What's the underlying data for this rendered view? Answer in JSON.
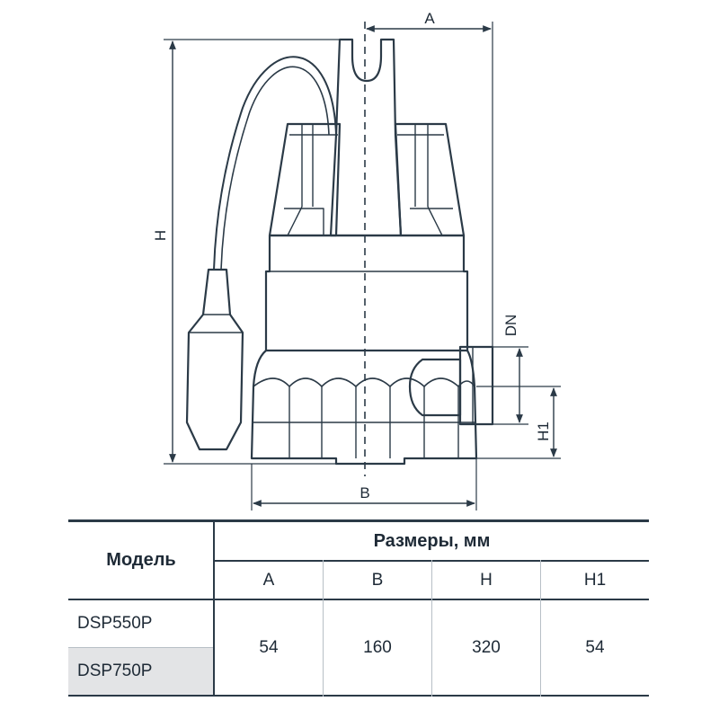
{
  "drawing": {
    "labels": {
      "a": "A",
      "b": "B",
      "h": "H",
      "h1": "H1",
      "dn": "DN"
    }
  },
  "table": {
    "model_header": "Модель",
    "dims_header": "Размеры, мм",
    "columns": [
      "A",
      "B",
      "H",
      "H1"
    ],
    "models": [
      "DSP550P",
      "DSP750P"
    ],
    "values": [
      "54",
      "160",
      "320",
      "54"
    ]
  }
}
